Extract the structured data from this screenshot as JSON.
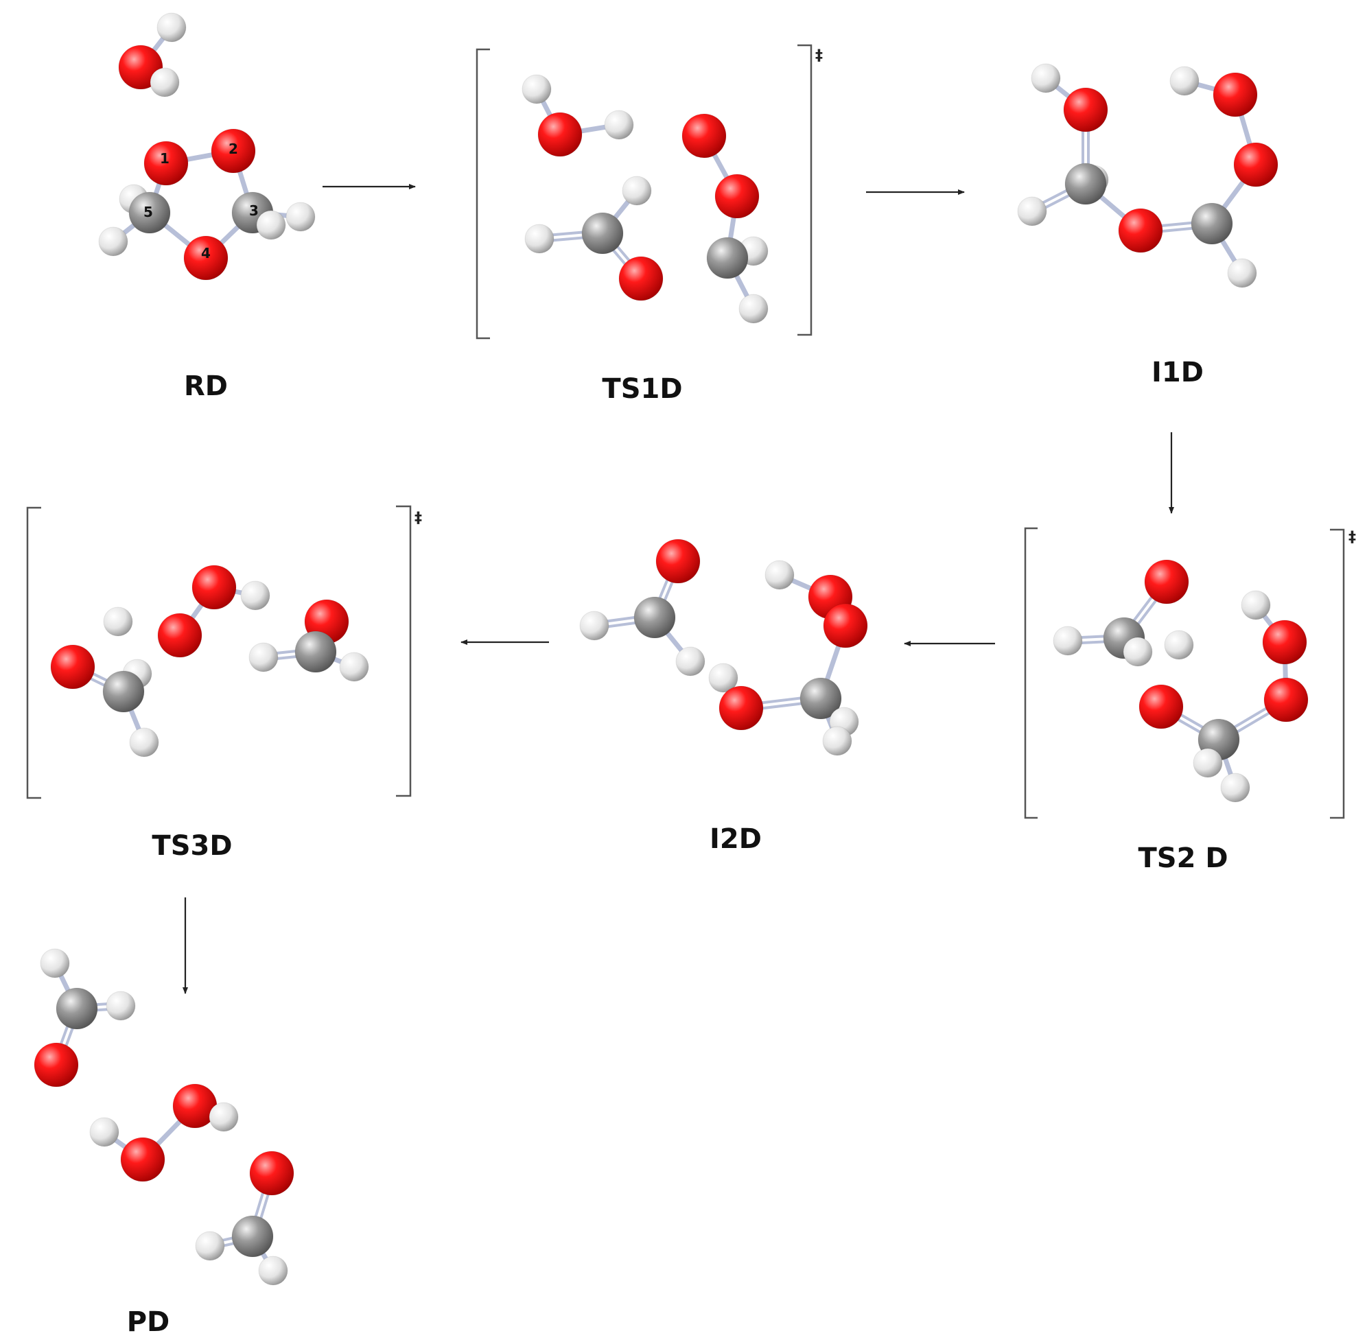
{
  "colors": {
    "oxygen": "#e00000",
    "carbon": "#8c8c8c",
    "hydrogen": "#e8e8e8",
    "bond": "#b7bfd8",
    "line": "#222222"
  },
  "structures": [
    {
      "id": "rd",
      "label": "RD",
      "transition_state": false
    },
    {
      "id": "ts1d",
      "label": "TS1D",
      "transition_state": true
    },
    {
      "id": "i1d",
      "label": "I1D",
      "transition_state": false
    },
    {
      "id": "ts2d",
      "label": "TS2 D",
      "transition_state": true
    },
    {
      "id": "i2d",
      "label": "I2D",
      "transition_state": false
    },
    {
      "id": "ts3d",
      "label": "TS3D",
      "transition_state": true
    },
    {
      "id": "pd",
      "label": "PD",
      "transition_state": false
    }
  ],
  "ts_mark": "‡",
  "atom_numbers": [
    "1",
    "2",
    "3",
    "4",
    "5"
  ]
}
